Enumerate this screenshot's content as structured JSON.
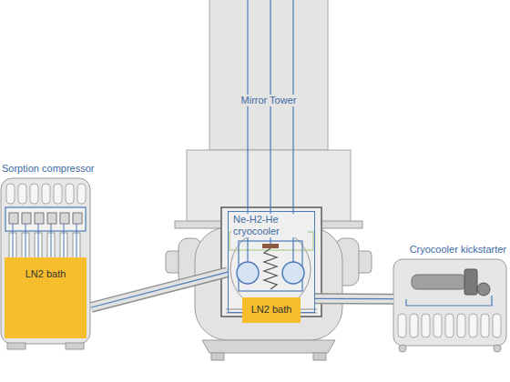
{
  "diagram": {
    "nodes": [
      {
        "text": [
          "Sorption compressor"
        ]
      },
      {
        "text": [
          "LN2 bath"
        ],
        "in": 0
      },
      {
        "text": [
          "Mirror Tower"
        ]
      },
      {
        "text": [
          "Ne-H2-He cryocooler"
        ]
      },
      {
        "text": [
          "LN2 bath"
        ]
      },
      {
        "text": [
          "Cryocooler kickstarter"
        ]
      }
    ],
    "edges": [
      {
        "from": 0,
        "to": 3,
        "arrow": "none"
      },
      {
        "from": 3,
        "to": 5,
        "arrow": "none"
      }
    ]
  }
}
